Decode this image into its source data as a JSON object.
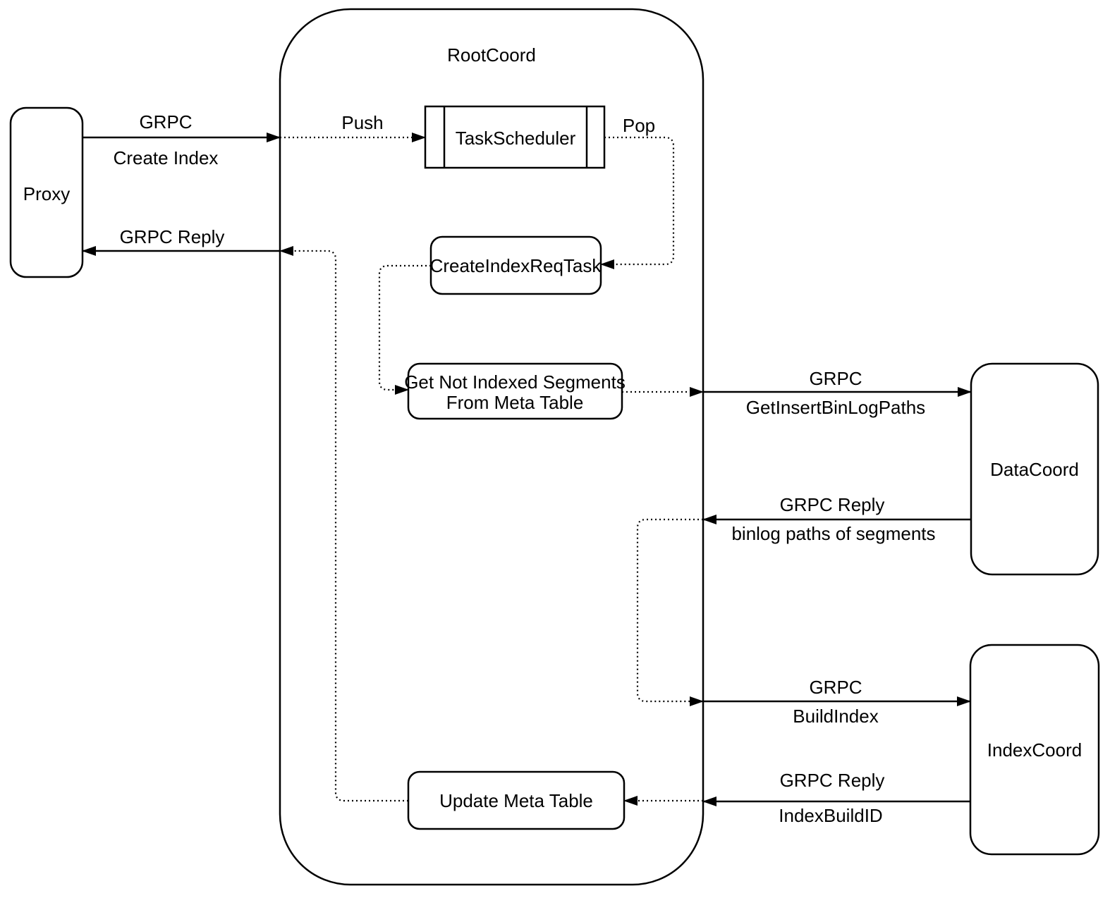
{
  "diagram": {
    "background": "#ffffff",
    "stroke_color": "#000000",
    "nodes": {
      "proxy": {
        "label": "Proxy"
      },
      "root_coord": {
        "label": "RootCoord"
      },
      "task_scheduler": {
        "label": "TaskScheduler"
      },
      "create_index_req_task": {
        "label": "CreateIndexReqTask"
      },
      "get_not_indexed_segments": {
        "label_line1": "Get Not Indexed Segments",
        "label_line2": "From Meta Table"
      },
      "update_meta_table": {
        "label": "Update Meta Table"
      },
      "data_coord": {
        "label": "DataCoord"
      },
      "index_coord": {
        "label": "IndexCoord"
      }
    },
    "edges": {
      "grpc_create_index": {
        "line1": "GRPC",
        "line2": "Create Index"
      },
      "push": {
        "label": "Push"
      },
      "pop": {
        "label": "Pop"
      },
      "grpc_reply_to_proxy": {
        "label": "GRPC Reply"
      },
      "grpc_get_insert_binlog_paths": {
        "line1": "GRPC",
        "line2": "GetInsertBinLogPaths"
      },
      "grpc_reply_binlog_paths": {
        "line1": "GRPC Reply",
        "line2": "binlog paths of segments"
      },
      "grpc_build_index": {
        "line1": "GRPC",
        "line2": "BuildIndex"
      },
      "grpc_reply_index_build_id": {
        "line1": "GRPC Reply",
        "line2": "IndexBuildID"
      }
    }
  }
}
